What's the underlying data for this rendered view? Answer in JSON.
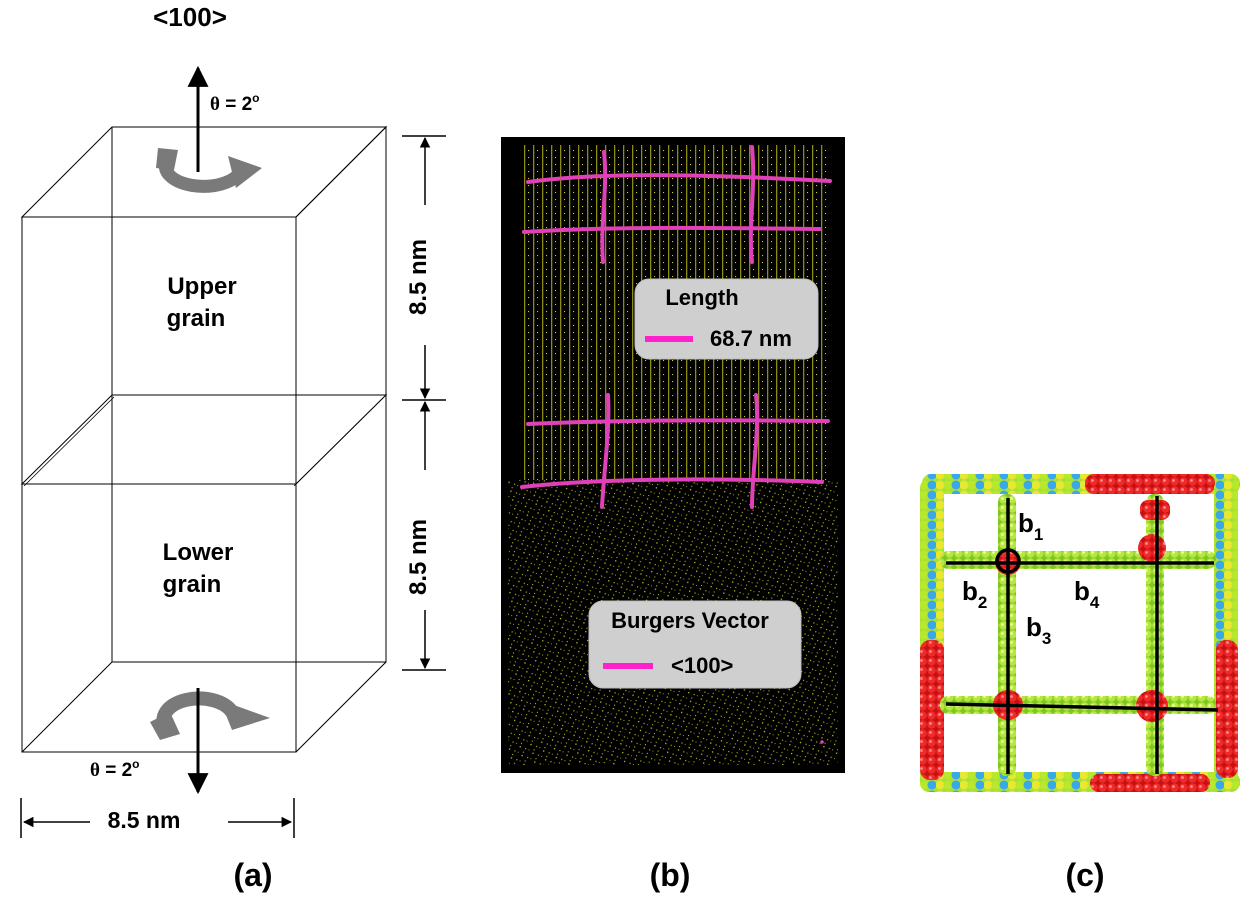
{
  "panel_a": {
    "direction_label": "<100>",
    "theta_symbol": "θ",
    "theta_top_value": " = 2",
    "theta_top_sup": "o",
    "theta_bottom_value": " = 2",
    "theta_bottom_sup": "o",
    "upper_grain_line1": "Upper",
    "upper_grain_line2": "grain",
    "lower_grain_line1": "Lower",
    "lower_grain_line2": "grain",
    "height_upper": "8.5 nm",
    "height_lower": "8.5 nm",
    "width": "8.5 nm",
    "caption": "(a)"
  },
  "panel_b": {
    "legend_length_title": "Length",
    "legend_length_value": "68.7 nm",
    "legend_burgers_title": "Burgers Vector",
    "legend_burgers_value": "<100>",
    "line_color": "#e040b8",
    "legend_swatch_color": "#ff22cc",
    "atom_color": "#d8d820",
    "background_color": "#000000",
    "caption": "(b)"
  },
  "panel_c": {
    "b1_main": "b",
    "b1_sub": "1",
    "b2_main": "b",
    "b2_sub": "2",
    "b3_main": "b",
    "b3_sub": "3",
    "b4_main": "b",
    "b4_sub": "4",
    "caption": "(c)"
  }
}
